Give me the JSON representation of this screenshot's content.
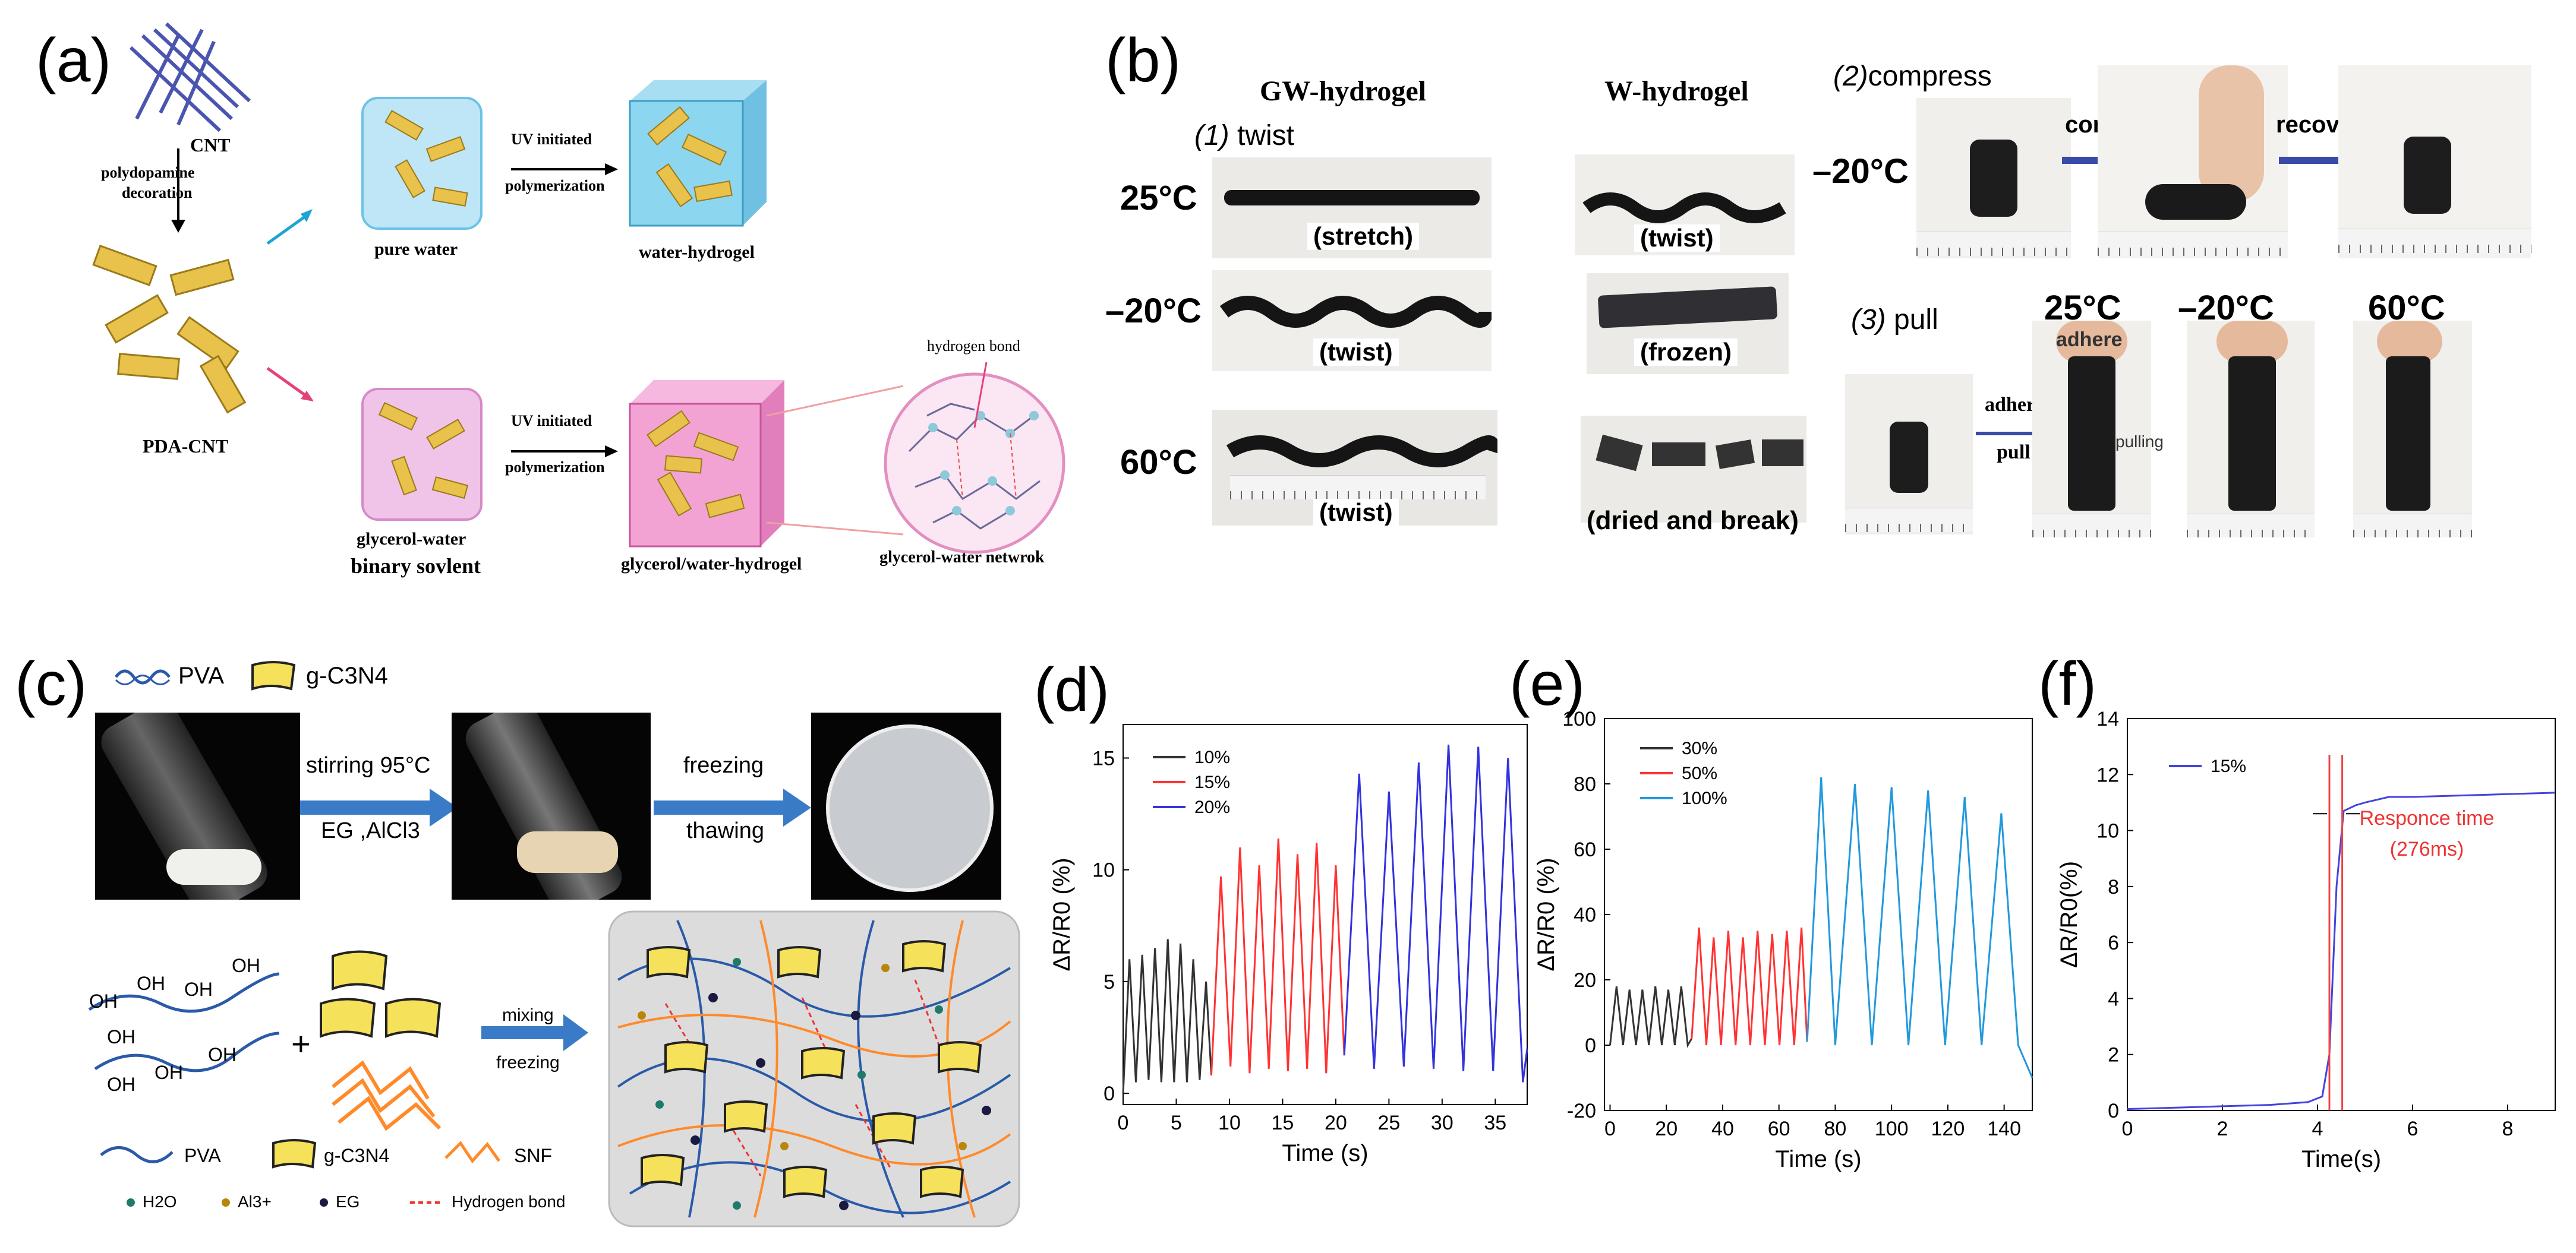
{
  "panel_a": {
    "label": "(a)",
    "cnt": "CNT",
    "decoration": [
      "polydopamine",
      "decoration"
    ],
    "pda_cnt": "PDA-CNT",
    "uv1": [
      "UV initiated",
      "polymerization"
    ],
    "uv2": [
      "UV initiated",
      "polymerization"
    ],
    "pure_water": "pure water",
    "water_hydrogel": "water-hydrogel",
    "glycerol_water": "glycerol-water",
    "binary_solvent": "binary sovlent",
    "gw_hydrogel": "glycerol/water-hydrogel",
    "hydrogen_bond": "hydrogen bond",
    "gw_network": "glycerol-water netwrok"
  },
  "panel_b": {
    "label": "(b)",
    "gw_title": "GW-hydrogel",
    "w_title": "W-hydrogel",
    "twist_num": "(1)",
    "twist": "twist",
    "compress_num": "(2)",
    "compress": "compress",
    "pull_num": "(3)",
    "pull": "pull",
    "t25": "25°C",
    "tm20": "–20°C",
    "t60": "60°C",
    "stretch": "(stretch)",
    "twist_cap1": "(twist)",
    "twist_cap2": "(twist)",
    "w_twist": "(twist)",
    "frozen": "(frozen)",
    "dried": "(dried and break)",
    "compress_temp": "–20°C",
    "compress_arrow": "compress",
    "recover_arrow": "recover",
    "adhere_pull": [
      "adhere",
      "pull"
    ],
    "pull_t25": "25°C",
    "pull_tm20": "–20°C",
    "pull_t60": "60°C",
    "adhere": "adhere",
    "pulling": "pulling"
  },
  "panel_c": {
    "label": "(c)",
    "pva": "PVA",
    "gc3n4": "g-C3N4",
    "stirring": "stirring 95°C",
    "eg_alcl3": "EG ,AlCl3",
    "freezing": "freezing",
    "thawing": "thawing",
    "mixing": "mixing",
    "freezing2": "freezing",
    "oh": "OH",
    "plus": "+",
    "legend": {
      "pva": "PVA",
      "gc3n4": "g-C3N4",
      "snf": "SNF",
      "h2o": "H2O",
      "al": "Al3+",
      "eg": "EG",
      "hb": "Hydrogen bond"
    }
  },
  "chart_data": [
    {
      "panel": "(d)",
      "type": "line",
      "xlabel": "Time (s)",
      "ylabel": "ΔR/R0 (%)",
      "xlim": [
        0,
        38
      ],
      "ylim": [
        -0.5,
        16.5
      ],
      "xticks": [
        0,
        5,
        10,
        15,
        20,
        25,
        30,
        35
      ],
      "yticks": [
        0,
        5,
        10,
        15
      ],
      "series": [
        {
          "name": "10%",
          "color": "#333333",
          "x": [
            0,
            0.6,
            1.2,
            1.8,
            2.4,
            3.0,
            3.6,
            4.2,
            4.8,
            5.4,
            6.0,
            6.6,
            7.2,
            7.8,
            8.3
          ],
          "y": [
            0,
            6.0,
            0.5,
            6.2,
            0.6,
            6.5,
            0.5,
            6.9,
            0.5,
            6.7,
            0.5,
            6.0,
            0.6,
            5.0,
            0.8
          ]
        },
        {
          "name": "15%",
          "color": "#ff3333",
          "x": [
            8.3,
            9.2,
            10.1,
            11.0,
            11.9,
            12.8,
            13.7,
            14.6,
            15.5,
            16.4,
            17.3,
            18.2,
            19.1,
            20.0,
            20.8
          ],
          "y": [
            0.8,
            9.7,
            1.2,
            11.0,
            0.9,
            10.2,
            1.1,
            11.4,
            1.0,
            10.7,
            1.1,
            11.2,
            0.9,
            10.2,
            1.7
          ]
        },
        {
          "name": "20%",
          "color": "#3333dd",
          "x": [
            20.8,
            22.2,
            23.6,
            25.0,
            26.4,
            27.8,
            29.2,
            30.6,
            32.0,
            33.4,
            34.8,
            36.2,
            37.6,
            38.0
          ],
          "y": [
            1.7,
            14.3,
            1.1,
            13.5,
            1.2,
            14.8,
            1.1,
            15.6,
            1.0,
            15.5,
            1.0,
            15.0,
            0.5,
            2.0
          ]
        }
      ]
    },
    {
      "panel": "(e)",
      "type": "line",
      "xlabel": "Time (s)",
      "ylabel": "ΔR/R0 (%)",
      "xlim": [
        -2,
        150
      ],
      "ylim": [
        -20,
        100
      ],
      "xticks": [
        0,
        20,
        40,
        60,
        80,
        100,
        120,
        140
      ],
      "yticks": [
        -20,
        0,
        20,
        40,
        60,
        80,
        100
      ],
      "series": [
        {
          "name": "30%",
          "color": "#333333",
          "x": [
            0,
            2.3,
            4.6,
            6.9,
            9.2,
            11.5,
            13.8,
            16.1,
            18.4,
            20.7,
            23.0,
            25.3,
            27.6,
            29.0
          ],
          "y": [
            0,
            18,
            0,
            17,
            0,
            17,
            0,
            18,
            0,
            17,
            0,
            18,
            0,
            2
          ]
        },
        {
          "name": "50%",
          "color": "#ff3333",
          "x": [
            29,
            31.6,
            34.2,
            36.8,
            39.4,
            42.0,
            44.6,
            47.2,
            49.8,
            52.4,
            55.0,
            57.6,
            60.2,
            62.8,
            65.4,
            68.0,
            70.0
          ],
          "y": [
            2,
            36,
            0,
            33,
            0,
            35,
            0,
            33,
            0,
            35,
            0,
            34,
            0,
            35,
            0,
            36,
            1
          ]
        },
        {
          "name": "100%",
          "color": "#2299dd",
          "x": [
            70,
            75,
            80,
            87,
            93,
            100,
            106,
            113,
            119,
            126,
            132,
            139,
            145,
            150
          ],
          "y": [
            1,
            82,
            0,
            80,
            0,
            79,
            0,
            78,
            0,
            76,
            0,
            71,
            0,
            -10
          ]
        }
      ]
    },
    {
      "panel": "(f)",
      "type": "line",
      "xlabel": "Time(s)",
      "ylabel": "ΔR/R0(%)",
      "xlim": [
        0,
        9
      ],
      "ylim": [
        0,
        14
      ],
      "xticks": [
        0,
        2,
        4,
        6,
        8
      ],
      "yticks": [
        0,
        2,
        4,
        6,
        8,
        10,
        12,
        14
      ],
      "series": [
        {
          "name": "15%",
          "color": "#4444dd",
          "x": [
            0,
            1.0,
            2.0,
            3.0,
            3.8,
            4.1,
            4.25,
            4.4,
            4.55,
            4.8,
            5.0,
            5.5,
            6.0,
            7.0,
            8.0,
            9.0
          ],
          "y": [
            0.05,
            0.1,
            0.15,
            0.2,
            0.3,
            0.5,
            2.0,
            8.0,
            10.7,
            10.9,
            11.0,
            11.2,
            11.2,
            11.25,
            11.3,
            11.35
          ]
        }
      ],
      "annotations": {
        "text1": "Responce time",
        "text2": "(276ms)",
        "vlines": [
          4.25,
          4.52
        ]
      }
    }
  ],
  "colors": {
    "pink_line": "#ee4444",
    "blue_arrow": "#3a7bc8",
    "cube_blue": "#8dd6f0",
    "cube_pink": "#f2a3d4"
  }
}
